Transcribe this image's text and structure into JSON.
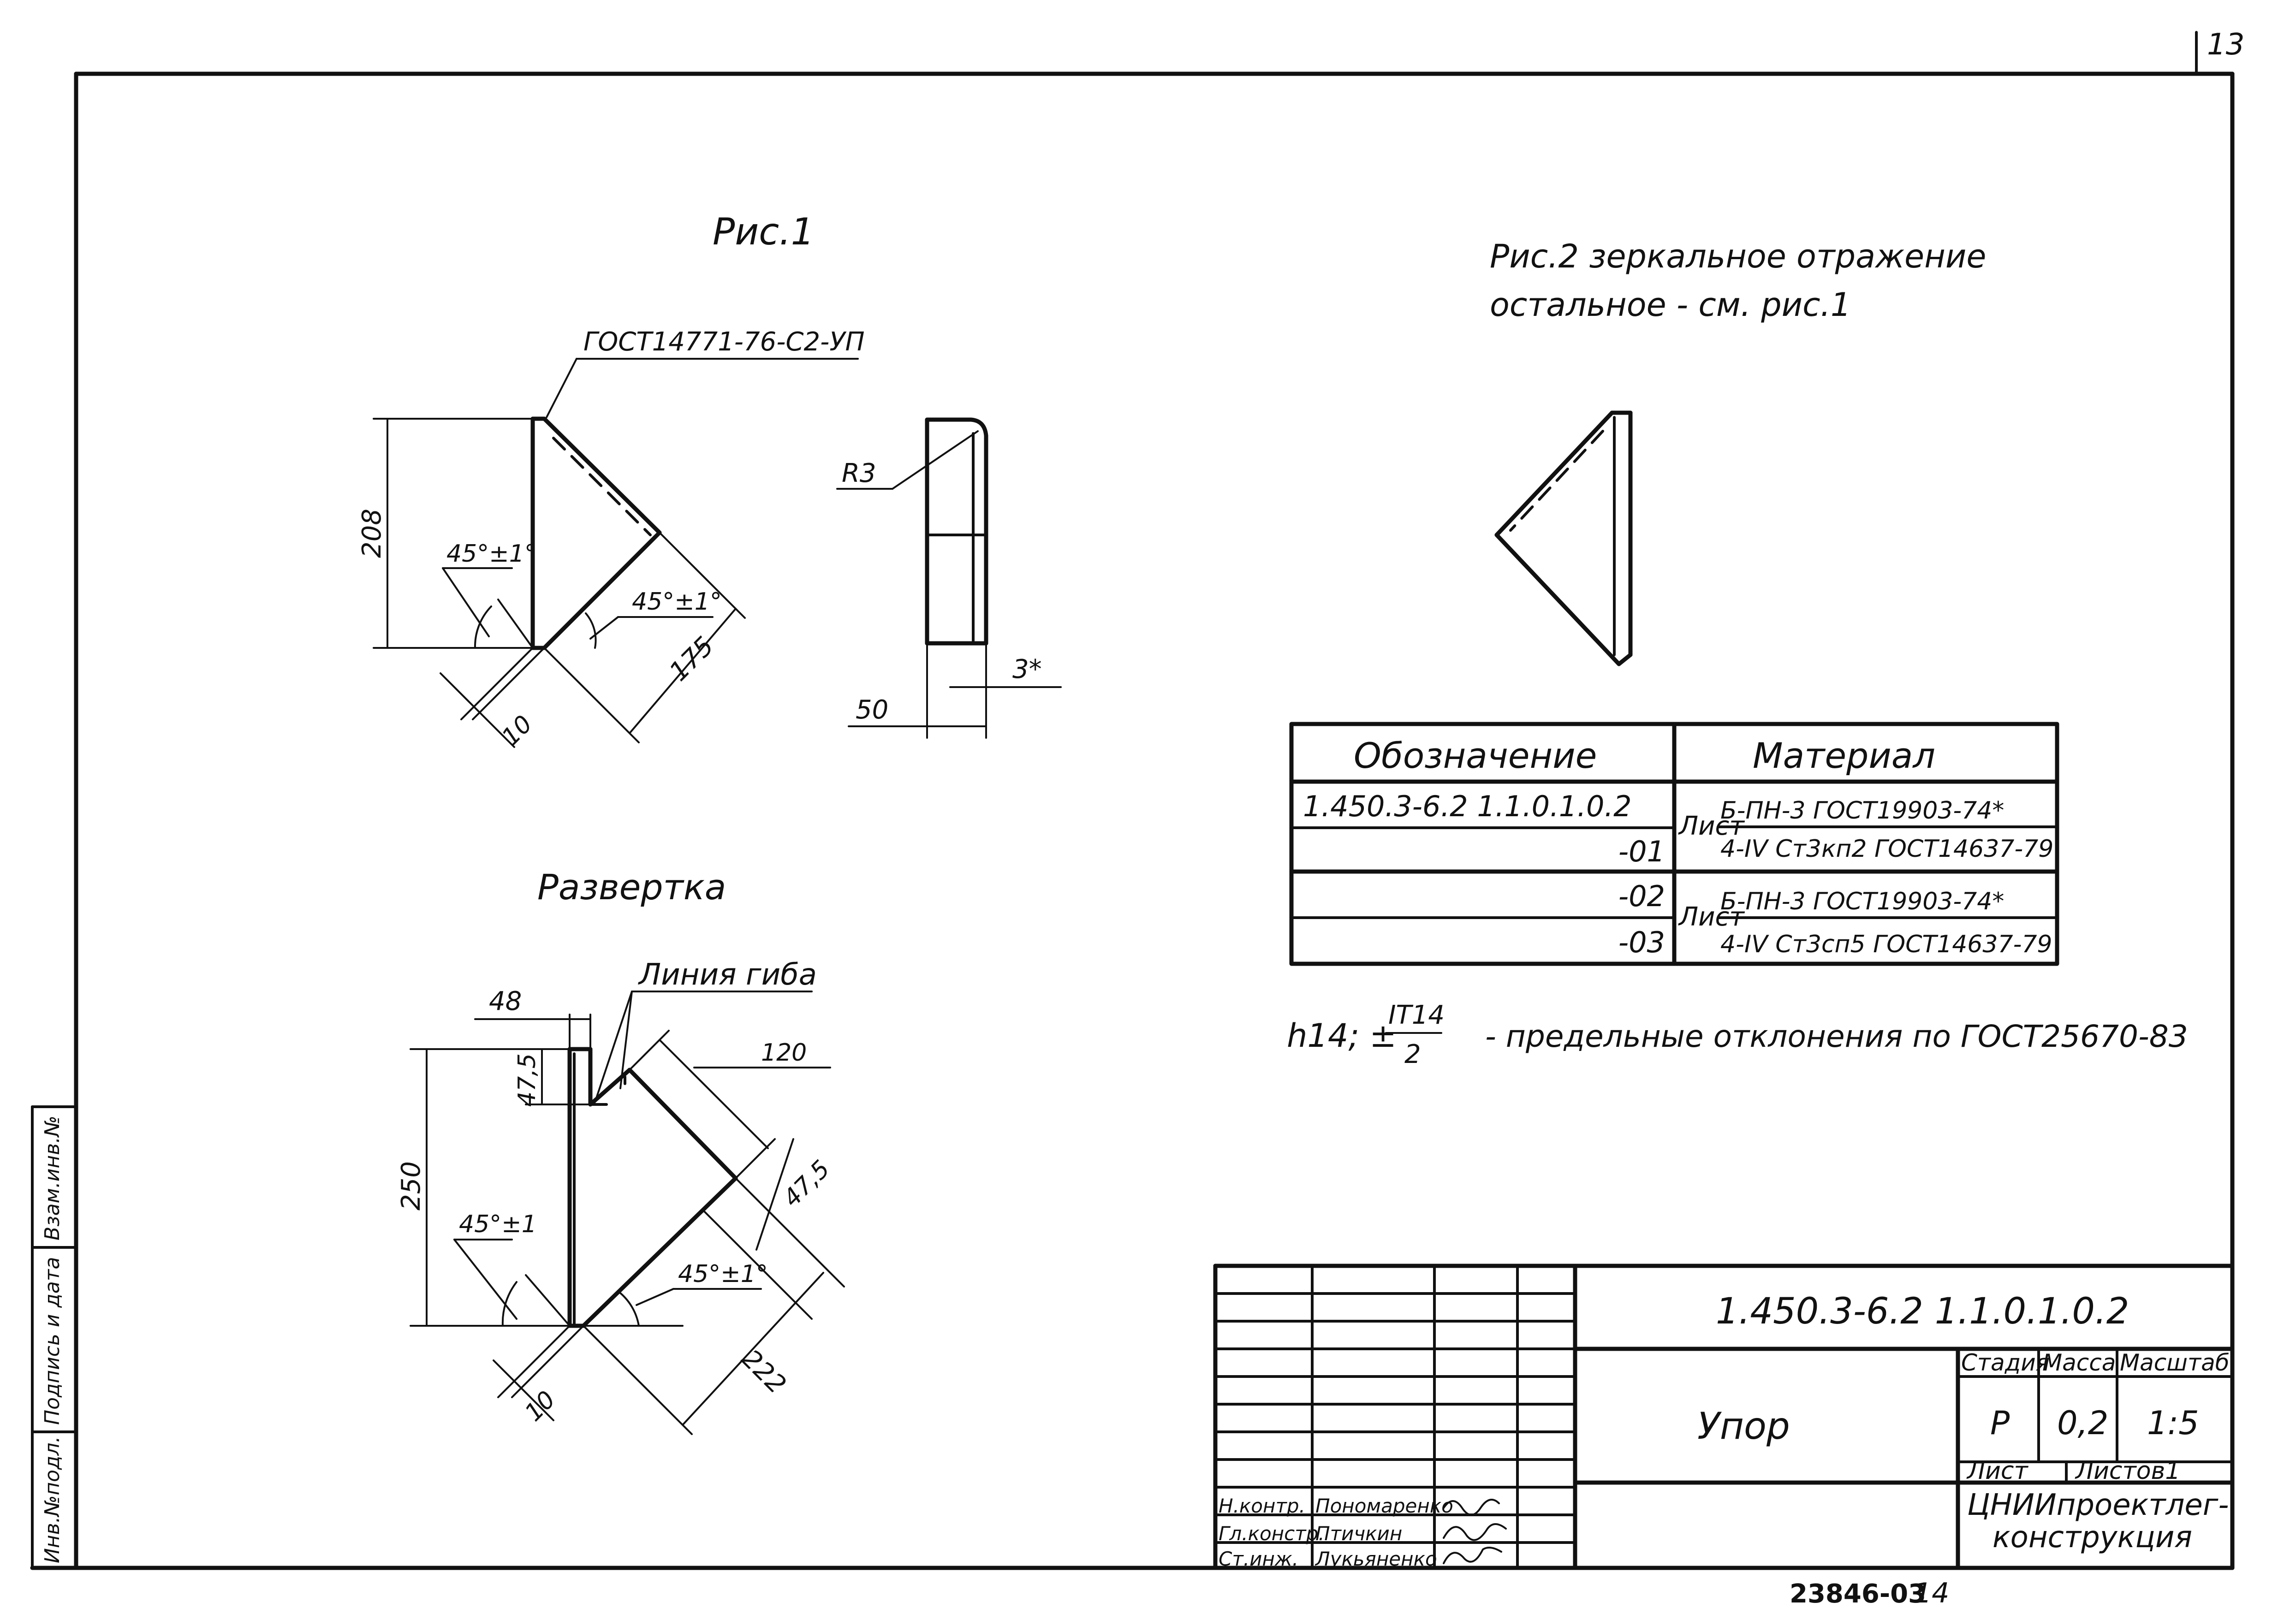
{
  "sheet_number_top": "13",
  "fig1": {
    "title": "Рис.1",
    "gost_callout": "ГОСТ14771-76-С2-УП",
    "dim_height": "208",
    "angle_left": "45°±1°",
    "angle_right": "45°±1°",
    "dim_diag": "175",
    "dim_small": "10",
    "radius": "R3",
    "dim_width": "50",
    "dim_thickness": "3*"
  },
  "fig2": {
    "caption_line1": "Рис.2 зеркальное отражение",
    "caption_line2": "остальное - см. рис.1"
  },
  "unfold": {
    "title": "Развертка",
    "bend_line_label": "Линия гиба",
    "dim_48": "48",
    "dim_47_5_top": "47,5",
    "dim_120": "120",
    "dim_47_5_diag": "47,5",
    "dim_250": "250",
    "angle_left": "45°±1",
    "angle_right": "45°±1°",
    "dim_222": "222",
    "dim_10": "10"
  },
  "material_table": {
    "headers": [
      "Обозначение",
      "Материал"
    ],
    "rows": [
      {
        "designation": "1.450.3-6.2 1.1.0.1.0.2"
      },
      {
        "designation": "-01"
      },
      {
        "designation": "-02"
      },
      {
        "designation": "-03"
      }
    ],
    "groups": [
      {
        "prefix": "Лист",
        "numerator": "Б-ПН-3 ГОСТ19903-74*",
        "denominator": "4-IV Ст3кп2 ГОСТ14637-79"
      },
      {
        "prefix": "Лист",
        "numerator": "Б-ПН-3 ГОСТ19903-74*",
        "denominator": "4-IV Ст3сп5 ГОСТ14637-79"
      }
    ]
  },
  "tolerance_note": {
    "prefix": "h14; ±",
    "frac_num": "IT14",
    "frac_den": "2",
    "text": "- предельные отклонения по ГОСТ25670-83"
  },
  "title_block": {
    "designation": "1.450.3-6.2 1.1.0.1.0.2",
    "name": "Упор",
    "stage_header": "Стадия",
    "mass_header": "Масса",
    "scale_header": "Масштаб",
    "stage": "Р",
    "mass": "0,2",
    "scale": "1:5",
    "sheet_label": "Лист",
    "sheets_label": "Листов1",
    "org_line1": "ЦНИИпроектлег-",
    "org_line2": "конструкция",
    "signers": [
      {
        "role": "Н.контр.",
        "name": "Пономаренко"
      },
      {
        "role": "Гл.констр.",
        "name": "Птичкин"
      },
      {
        "role": "Ст.инж.",
        "name": "Лукьяненко"
      }
    ]
  },
  "side_stamp": {
    "inv_orig": "Инв.№подл.",
    "sign_date": "Подпись и дата",
    "inv_replace": "Взам.инв.№"
  },
  "bottom_code": "23846-03",
  "bottom_page": "14"
}
